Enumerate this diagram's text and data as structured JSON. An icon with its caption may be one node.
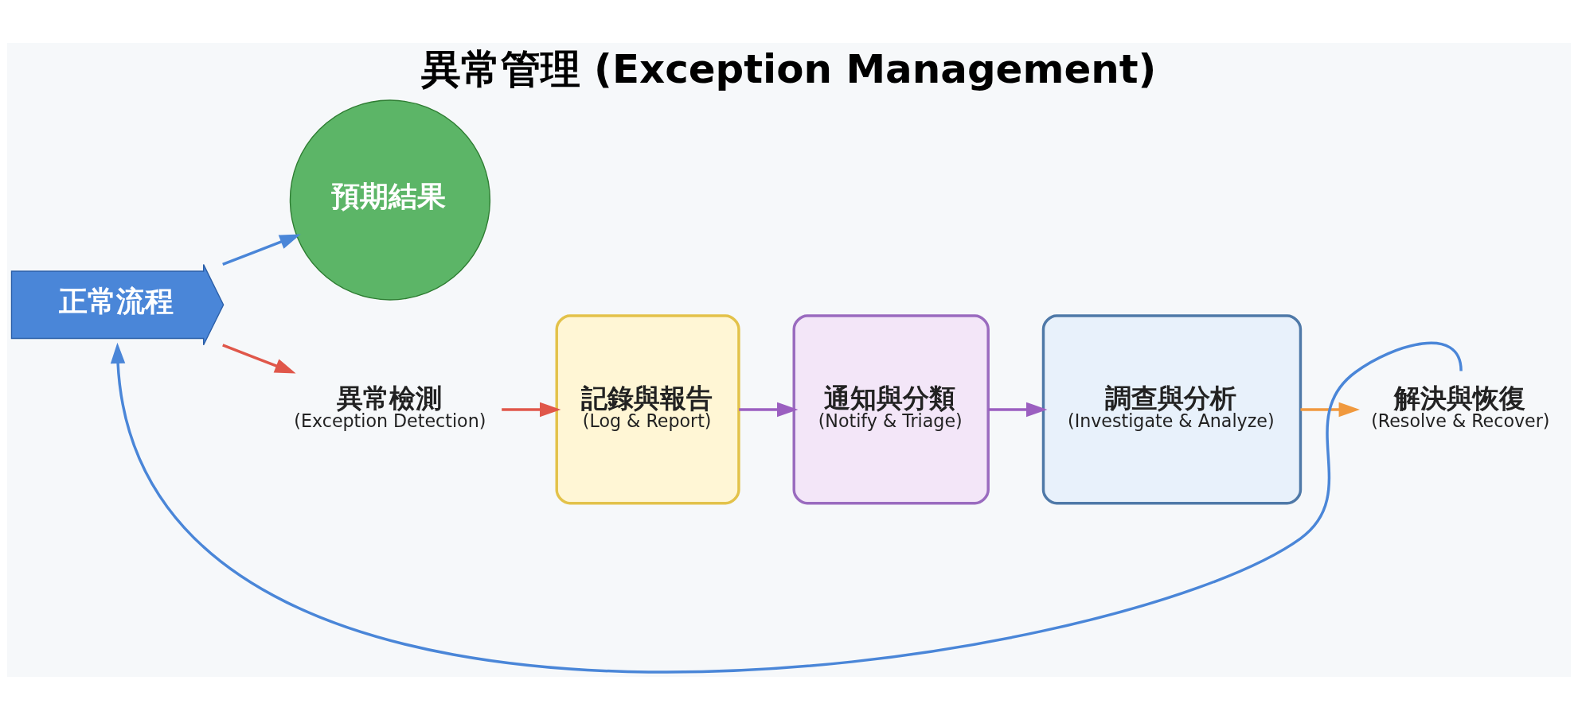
{
  "diagram": {
    "title": "異常管理 (Exception Management)",
    "nodes": [
      {
        "text": [
          "正常流程"
        ]
      },
      {
        "text": [
          "預期結果"
        ]
      },
      {
        "text": [
          "異常檢測",
          "(Exception Detection)"
        ]
      },
      {
        "text": [
          "記錄與報告",
          "(Log & Report)"
        ]
      },
      {
        "text": [
          "通知與分類",
          "(Notify & Triage)"
        ]
      },
      {
        "text": [
          "調查與分析",
          "(Investigate & Analyze)"
        ]
      },
      {
        "text": [
          "解決與恢復",
          "(Resolve & Recover)"
        ]
      }
    ],
    "edges": [
      {
        "from": 0,
        "to": 1,
        "arrow": "to",
        "color": "#4a86d8"
      },
      {
        "from": 0,
        "to": 2,
        "arrow": "to",
        "color": "#e0574a"
      },
      {
        "from": 2,
        "to": 3,
        "arrow": "to",
        "color": "#e0574a"
      },
      {
        "from": 3,
        "to": 4,
        "arrow": "to",
        "color": "#9b5fc0"
      },
      {
        "from": 4,
        "to": 5,
        "arrow": "to",
        "color": "#9b5fc0"
      },
      {
        "from": 5,
        "to": 6,
        "arrow": "to",
        "color": "#f0993e"
      },
      {
        "from": 6,
        "to": 0,
        "arrow": "to",
        "color": "#4a86d8"
      }
    ]
  }
}
